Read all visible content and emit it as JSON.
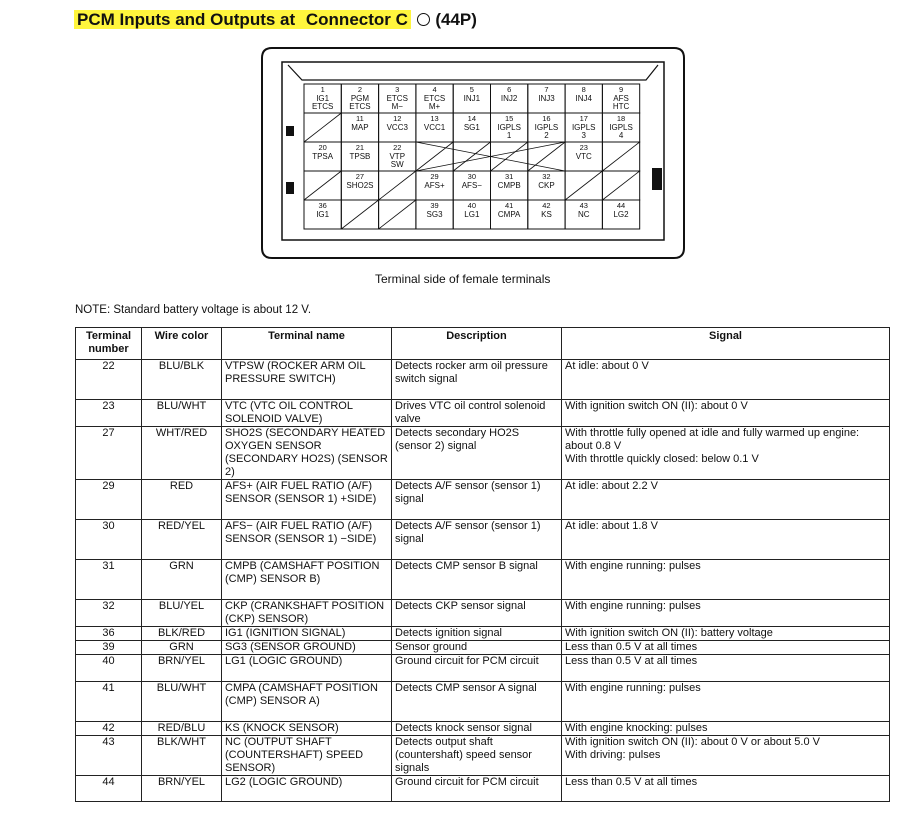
{
  "title": {
    "part1": "PCM Inputs and Outputs at ",
    "part2": "Connector C",
    "part3": "(44P)"
  },
  "caption": "Terminal side of female terminals",
  "note": "NOTE: Standard battery voltage is about 12 V.",
  "table": {
    "headers": [
      "Terminal number",
      "Wire color",
      "Terminal name",
      "Description",
      "Signal"
    ],
    "rows": [
      {
        "terminal": "22",
        "wire": "BLU/BLK",
        "name": "VTPSW (ROCKER ARM OIL PRESSURE SWITCH)",
        "desc": "Detects rocker arm oil pressure switch signal",
        "signal": "At idle: about 0 V"
      },
      {
        "terminal": "23",
        "wire": "BLU/WHT",
        "name": "VTC (VTC OIL CONTROL SOLENOID VALVE)",
        "desc": "Drives VTC oil control solenoid valve",
        "signal": "With ignition switch ON (II): about 0 V"
      },
      {
        "terminal": "27",
        "wire": "WHT/RED",
        "name": "SHO2S (SECONDARY HEATED OXYGEN SENSOR (SECONDARY HO2S) (SENSOR 2)",
        "desc": "Detects secondary HO2S (sensor 2) signal",
        "signal": "With throttle fully opened at idle and fully warmed up engine: about 0.8 V\nWith throttle quickly closed: below 0.1 V"
      },
      {
        "terminal": "29",
        "wire": "RED",
        "name": "AFS+ (AIR FUEL RATIO (A/F) SENSOR (SENSOR 1) +SIDE)",
        "desc": "Detects A/F sensor (sensor 1) signal",
        "signal": "At idle: about 2.2 V"
      },
      {
        "terminal": "30",
        "wire": "RED/YEL",
        "name": "AFS− (AIR FUEL RATIO (A/F) SENSOR (SENSOR 1) −SIDE)",
        "desc": "Detects A/F sensor (sensor 1) signal",
        "signal": "At idle: about 1.8 V"
      },
      {
        "terminal": "31",
        "wire": "GRN",
        "name": "CMPB (CAMSHAFT POSITION (CMP) SENSOR B)",
        "desc": "Detects CMP sensor B signal",
        "signal": "With engine running: pulses"
      },
      {
        "terminal": "32",
        "wire": "BLU/YEL",
        "name": "CKP (CRANKSHAFT POSITION (CKP) SENSOR)",
        "desc": "Detects CKP sensor signal",
        "signal": "With engine running: pulses"
      },
      {
        "terminal": "36",
        "wire": "BLK/RED",
        "name": "IG1 (IGNITION SIGNAL)",
        "desc": "Detects ignition signal",
        "signal": "With ignition switch ON (II): battery voltage"
      },
      {
        "terminal": "39",
        "wire": "GRN",
        "name": "SG3 (SENSOR GROUND)",
        "desc": "Sensor ground",
        "signal": "Less than 0.5 V at all times"
      },
      {
        "terminal": "40",
        "wire": "BRN/YEL",
        "name": "LG1 (LOGIC GROUND)",
        "desc": "Ground circuit for PCM circuit",
        "signal": "Less than 0.5 V at all times"
      },
      {
        "terminal": "41",
        "wire": "BLU/WHT",
        "name": "CMPA (CAMSHAFT POSITION (CMP) SENSOR A)",
        "desc": "Detects CMP sensor A signal",
        "signal": "With engine running: pulses"
      },
      {
        "terminal": "42",
        "wire": "RED/BLU",
        "name": "KS (KNOCK SENSOR)",
        "desc": "Detects knock sensor signal",
        "signal": "With engine knocking: pulses"
      },
      {
        "terminal": "43",
        "wire": "BLK/WHT",
        "name": "NC (OUTPUT SHAFT (COUNTERSHAFT) SPEED SENSOR)",
        "desc": "Detects output shaft (countershaft) speed sensor signals",
        "signal": "With ignition switch ON (II): about 0 V or about 5.0 V\nWith driving: pulses"
      },
      {
        "terminal": "44",
        "wire": "BRN/YEL",
        "name": "LG2 (LOGIC GROUND)",
        "desc": "Ground circuit for PCM circuit",
        "signal": "Less than 0.5 V at all times"
      }
    ]
  },
  "connector": {
    "row1": [
      {
        "n": "1",
        "l": "IG1\nETCS"
      },
      {
        "n": "2",
        "l": "PGM\nETCS"
      },
      {
        "n": "3",
        "l": "ETCS\nM−"
      },
      {
        "n": "4",
        "l": "ETCS\nM+"
      },
      {
        "n": "5",
        "l": "INJ1"
      },
      {
        "n": "6",
        "l": "INJ2"
      },
      {
        "n": "7",
        "l": "INJ3"
      },
      {
        "n": "8",
        "l": "INJ4"
      },
      {
        "n": "9",
        "l": "AFS\nHTC"
      }
    ],
    "row2": [
      {
        "n": "11",
        "l": "MAP"
      },
      {
        "n": "12",
        "l": "VCC3"
      },
      {
        "n": "13",
        "l": "VCC1"
      },
      {
        "n": "14",
        "l": "SG1"
      },
      {
        "n": "15",
        "l": "IGPLS\n1"
      },
      {
        "n": "16",
        "l": "IGPLS\n2"
      },
      {
        "n": "17",
        "l": "IGPLS\n3"
      },
      {
        "n": "18",
        "l": "IGPLS\n4"
      }
    ],
    "row3": [
      {
        "n": "20",
        "l": "TPSA"
      },
      {
        "n": "21",
        "l": "TPSB"
      },
      {
        "n": "22",
        "l": "VTP\nSW"
      },
      {
        "n": "23",
        "l": "VTC"
      }
    ],
    "row4": [
      {
        "n": "27",
        "l": "SHO2S"
      },
      {
        "n": "29",
        "l": "AFS+"
      },
      {
        "n": "30",
        "l": "AFS−"
      },
      {
        "n": "31",
        "l": "CMPB"
      },
      {
        "n": "32",
        "l": "CKP"
      }
    ],
    "row5": [
      {
        "n": "36",
        "l": "IG1"
      },
      {
        "n": "39",
        "l": "SG3"
      },
      {
        "n": "40",
        "l": "LG1"
      },
      {
        "n": "41",
        "l": "CMPA"
      },
      {
        "n": "42",
        "l": "KS"
      },
      {
        "n": "43",
        "l": "NC"
      },
      {
        "n": "44",
        "l": "LG2"
      }
    ]
  },
  "highlight_color": "#fff53d"
}
